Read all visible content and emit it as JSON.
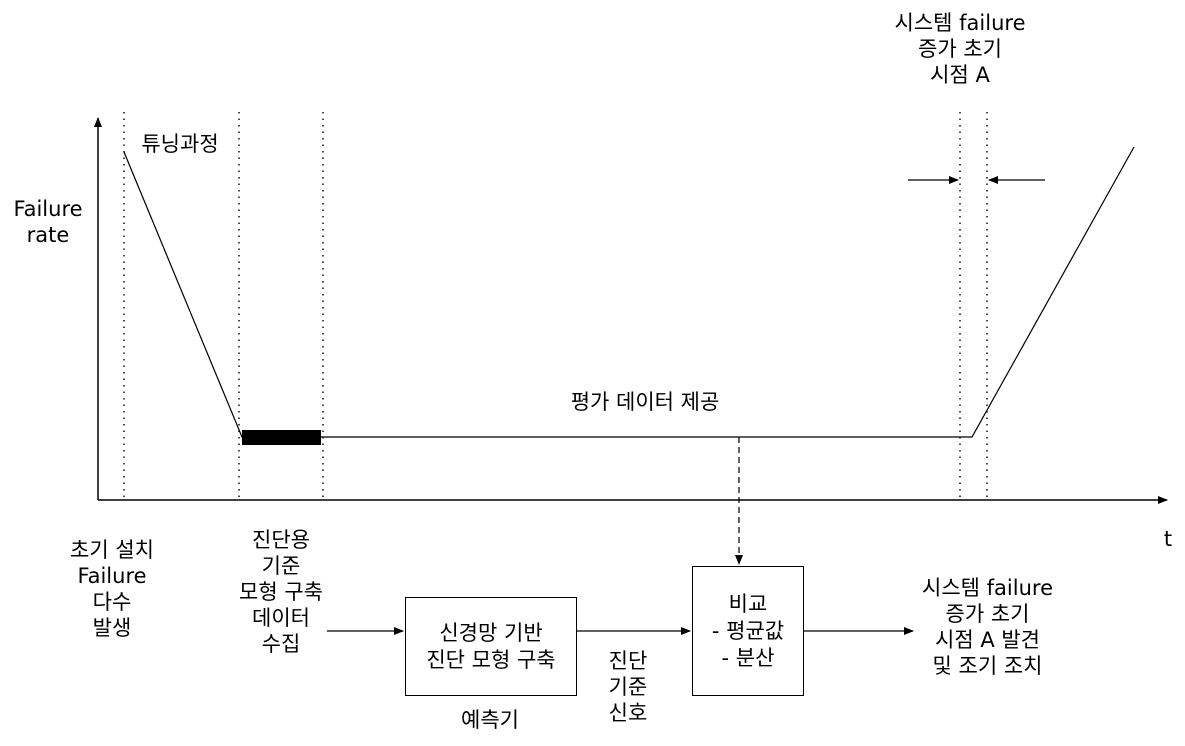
{
  "axis": {
    "y_label": [
      "Failure",
      "rate"
    ],
    "x_label": "t"
  },
  "curve": {
    "tuning_label": "튜닝과정",
    "eval_label": "평가 데이터 제공",
    "onset_label": [
      "시스템 failure",
      "증가 초기",
      "시점 A"
    ]
  },
  "bottom": {
    "initial_label": [
      "초기 설치",
      "Failure",
      "다수",
      "발생"
    ],
    "data_label": [
      "진단용",
      "기준",
      "모형 구축",
      "데이터",
      "수집"
    ],
    "predictor_box": [
      "신경망 기반",
      "진단 모형 구축"
    ],
    "predictor_caption": "예측기",
    "signal_label": [
      "진단",
      "기준",
      "신호"
    ],
    "compare_box": [
      "비교",
      "- 평균값",
      "- 분산"
    ],
    "result_label": [
      "시스템 failure",
      "증가 초기",
      "시점 A 발견",
      "및 조기 조치"
    ]
  }
}
